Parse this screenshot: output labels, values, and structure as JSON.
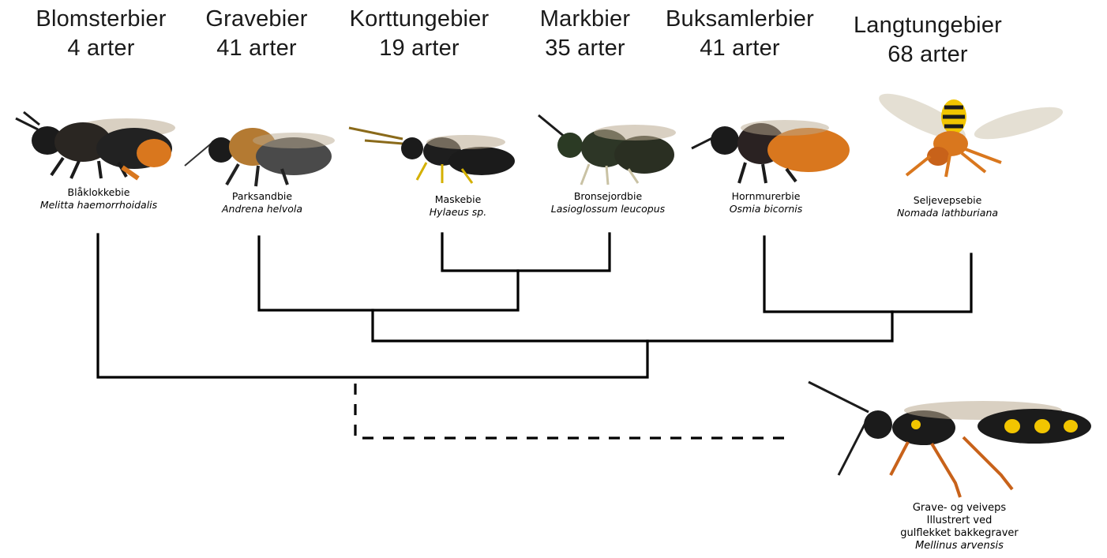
{
  "families": [
    {
      "id": "blomsterbier",
      "name": "Blomsterbier",
      "count": "4 arter"
    },
    {
      "id": "gravebier",
      "name": "Gravebier",
      "count": "41 arter"
    },
    {
      "id": "korttungebier",
      "name": "Korttungebier",
      "count": "19 arter"
    },
    {
      "id": "markbier",
      "name": "Markbier",
      "count": "35 arter"
    },
    {
      "id": "buksamlerbier",
      "name": "Buksamlerbier",
      "count": "41 arter"
    },
    {
      "id": "langtungebier",
      "name": "Langtungebier",
      "count": "68 arter"
    }
  ],
  "species": [
    {
      "common": "Blåklokkebie",
      "latin": "Melitta haemorrhoidalis"
    },
    {
      "common": "Parksandbie",
      "latin": "Andrena helvola"
    },
    {
      "common": "Maskebie",
      "latin": "Hylaeus sp."
    },
    {
      "common": "Bronsejordbie",
      "latin": "Lasioglossum leucopus"
    },
    {
      "common": "Hornmurerbie",
      "latin": "Osmia bicornis"
    },
    {
      "common": "Seljevepsebie",
      "latin": "Nomada lathburiana"
    }
  ],
  "outgroup": {
    "line1": "Grave- og veiveps",
    "line2": "Illustrert ved",
    "line3": "gulflekket bakkegraver",
    "latin": "Mellinus arvensis"
  },
  "colors": {
    "tree": "#000000",
    "bee_dark": "#1b1b1b",
    "bee_orange": "#d9771e",
    "bee_yellow": "#f2c500",
    "wing": "#b9a98f"
  }
}
